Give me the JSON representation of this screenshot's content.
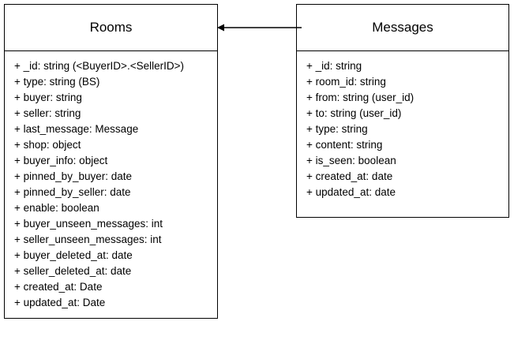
{
  "diagram": {
    "type": "uml-class-diagram",
    "background_color": "#ffffff",
    "stroke_color": "#000000",
    "text_color": "#000000",
    "classes": [
      {
        "name": "Rooms",
        "attributes": [
          "+ _id: string (<BuyerID>.<SellerID>)",
          "+ type: string (BS)",
          "+ buyer: string",
          "+ seller: string",
          "+ last_message: Message",
          "+ shop: object",
          "+ buyer_info: object",
          "+ pinned_by_buyer: date",
          "+ pinned_by_seller: date",
          "+ enable: boolean",
          "+ buyer_unseen_messages: int",
          "+ seller_unseen_messages: int",
          "+ buyer_deleted_at: date",
          "+ seller_deleted_at: date",
          "+ created_at: Date",
          "+ updated_at: Date"
        ]
      },
      {
        "name": "Messages",
        "attributes": [
          "+ _id: string",
          "+ room_id: string",
          "+ from: string (user_id)",
          "+ to: string (user_id)",
          "+ type: string",
          "+ content: string",
          "+ is_seen: boolean",
          "+ created_at: date",
          "+ updated_at: date"
        ]
      }
    ],
    "connector": {
      "kind": "association-arrow",
      "from": "Messages",
      "to": "Rooms",
      "direction": "left",
      "arrowhead": "filled-triangle"
    }
  }
}
